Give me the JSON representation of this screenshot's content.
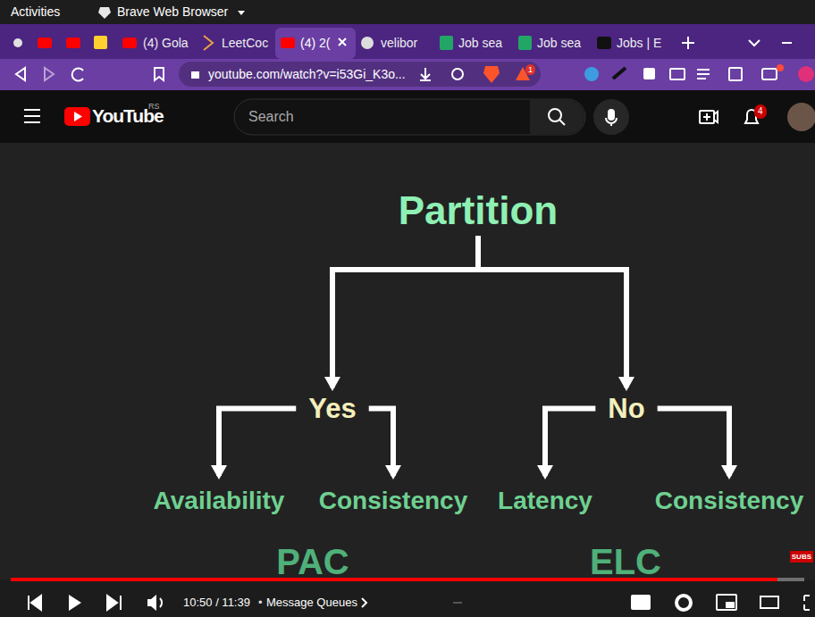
{
  "diagram": {
    "nodes": [
      {
        "text": [
          "Partition"
        ]
      },
      {
        "text": [
          "Yes"
        ]
      },
      {
        "text": [
          "No"
        ]
      },
      {
        "text": [
          "Availability"
        ]
      },
      {
        "text": [
          "Consistency"
        ]
      },
      {
        "text": [
          "Latency"
        ]
      },
      {
        "text": [
          "Consistency"
        ]
      }
    ],
    "edges": [
      {
        "from": 0,
        "to": 1,
        "arrow": "to"
      },
      {
        "from": 0,
        "to": 2,
        "arrow": "to"
      },
      {
        "from": 1,
        "to": 3,
        "arrow": "to"
      },
      {
        "from": 1,
        "to": 4,
        "arrow": "to"
      },
      {
        "from": 2,
        "to": 5,
        "arrow": "to"
      },
      {
        "from": 2,
        "to": 6,
        "arrow": "to"
      }
    ],
    "labels": [
      "Activities",
      "Brave Web Browser",
      "(4) Gola",
      "LeetCoc",
      "(4) 2(",
      "velibor",
      "Job sea",
      "Job sea",
      "Jobs | E",
      "youtube.com/watch?v=i53Gi_K3o...",
      "YouTube",
      "RS",
      "Search",
      "4",
      "1",
      "PAC",
      "ELC",
      "10:50 / 11:39",
      "•",
      "Message Queues",
      "SUBS"
    ]
  }
}
